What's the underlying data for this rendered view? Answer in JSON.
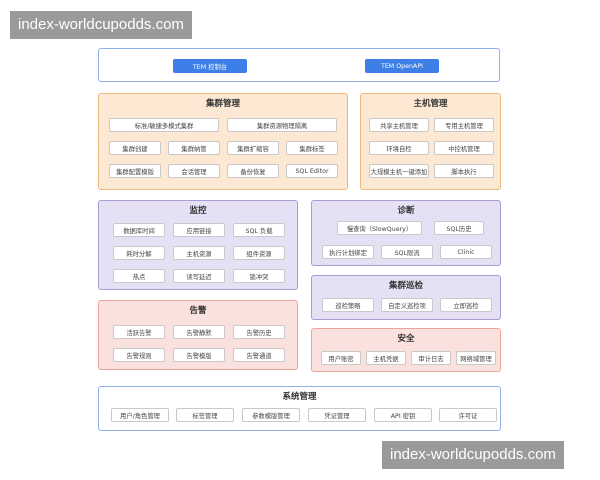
{
  "watermark_top": "index-worldcupodds.com",
  "watermark_bottom": "index-worldcupodds.com",
  "entry": {
    "console": "TEM 控制台",
    "openapi": "TEM OpenAPI"
  },
  "cluster": {
    "title": "集群管理",
    "row1": [
      "标准/敏捷多模式集群",
      "集群资源物理隔离"
    ],
    "row2": [
      "集群创建",
      "集群纳管",
      "集群扩缩容",
      "集群标签"
    ],
    "row3": [
      "集群配置模版",
      "会话管理",
      "备份恢复",
      "SQL Editor"
    ]
  },
  "host": {
    "title": "主机管理",
    "items": [
      "共享主机管理",
      "专用主机管理",
      "环境自检",
      "中控机管理",
      "大规模主机一键添加",
      "脚本执行"
    ]
  },
  "monitor": {
    "title": "监控",
    "items": [
      "数据库时间",
      "应用链接",
      "SQL 负载",
      "耗时分解",
      "主机资源",
      "组件资源",
      "热点",
      "读写延迟",
      "锁冲突"
    ]
  },
  "diagnose": {
    "title": "诊断",
    "items": [
      "慢查询（SlowQuery）",
      "SQL历史",
      "执行计划绑定",
      "SQL限流",
      "Clinic"
    ]
  },
  "inspect": {
    "title": "集群巡检",
    "items": [
      "巡检策略",
      "自定义巡检项",
      "立即巡检"
    ]
  },
  "alert": {
    "title": "告警",
    "items": [
      "活跃告警",
      "告警静默",
      "告警历史",
      "告警规则",
      "告警模版",
      "告警通道"
    ]
  },
  "security": {
    "title": "安全",
    "items": [
      "用户账密",
      "主机凭据",
      "审计日志",
      "网络域管理"
    ]
  },
  "system": {
    "title": "系统管理",
    "items": [
      "用户/角色管理",
      "标签管理",
      "参数模版管理",
      "凭证管理",
      "API 密钥",
      "许可证"
    ]
  }
}
